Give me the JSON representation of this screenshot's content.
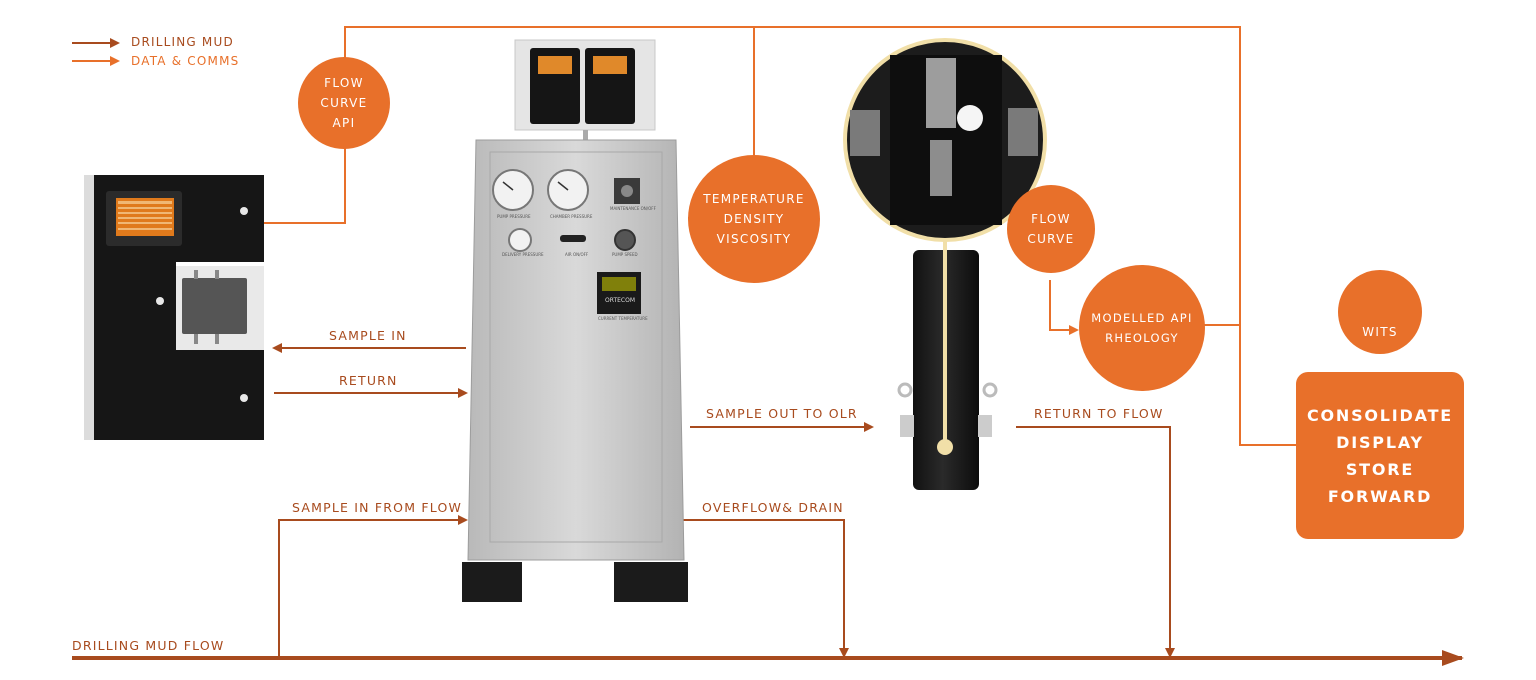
{
  "legend": {
    "drilling_mud": "DRILLING MUD",
    "data_comms": "DATA & COMMS",
    "drilling_mud_color": "#a84b1e",
    "data_comms_color": "#e8702a"
  },
  "bubbles": {
    "flow_curve_api": [
      "FLOW",
      "CURVE",
      "API"
    ],
    "temp_density_visc": [
      "TEMPERATURE",
      "DENSITY",
      "VISCOSITY"
    ],
    "flow_curve": [
      "FLOW",
      "CURVE"
    ],
    "modelled_api": [
      "MODELLED API",
      "RHEOLOGY"
    ],
    "wits": "WITS"
  },
  "consolidate": [
    "CONSOLIDATE",
    "DISPLAY",
    "STORE",
    "FORWARD"
  ],
  "flow_labels": {
    "sample_in": "SAMPLE IN",
    "return": "RETURN",
    "sample_out_olr": "SAMPLE OUT TO OLR",
    "return_to_flow": "RETURN TO FLOW",
    "sample_in_from_flow": "SAMPLE IN FROM FLOW",
    "overflow_drain": "OVERFLOW& DRAIN",
    "drilling_mud_flow": "DRILLING MUD FLOW"
  },
  "cabinet": {
    "gauge_labels": [
      "PUMP PRESSURE",
      "CHAMBER PRESSURE",
      "DELIVERY PRESSURE"
    ],
    "switch_labels": [
      "MAINTENANCE ON/OFF",
      "AIR ON/OFF",
      "PUMP SPEED",
      "CURRENT TEMPERATURE"
    ],
    "brand": "ORTECOM"
  },
  "colors": {
    "mud": "#a84b1e",
    "data": "#e8702a",
    "accent": "#e8702a"
  }
}
